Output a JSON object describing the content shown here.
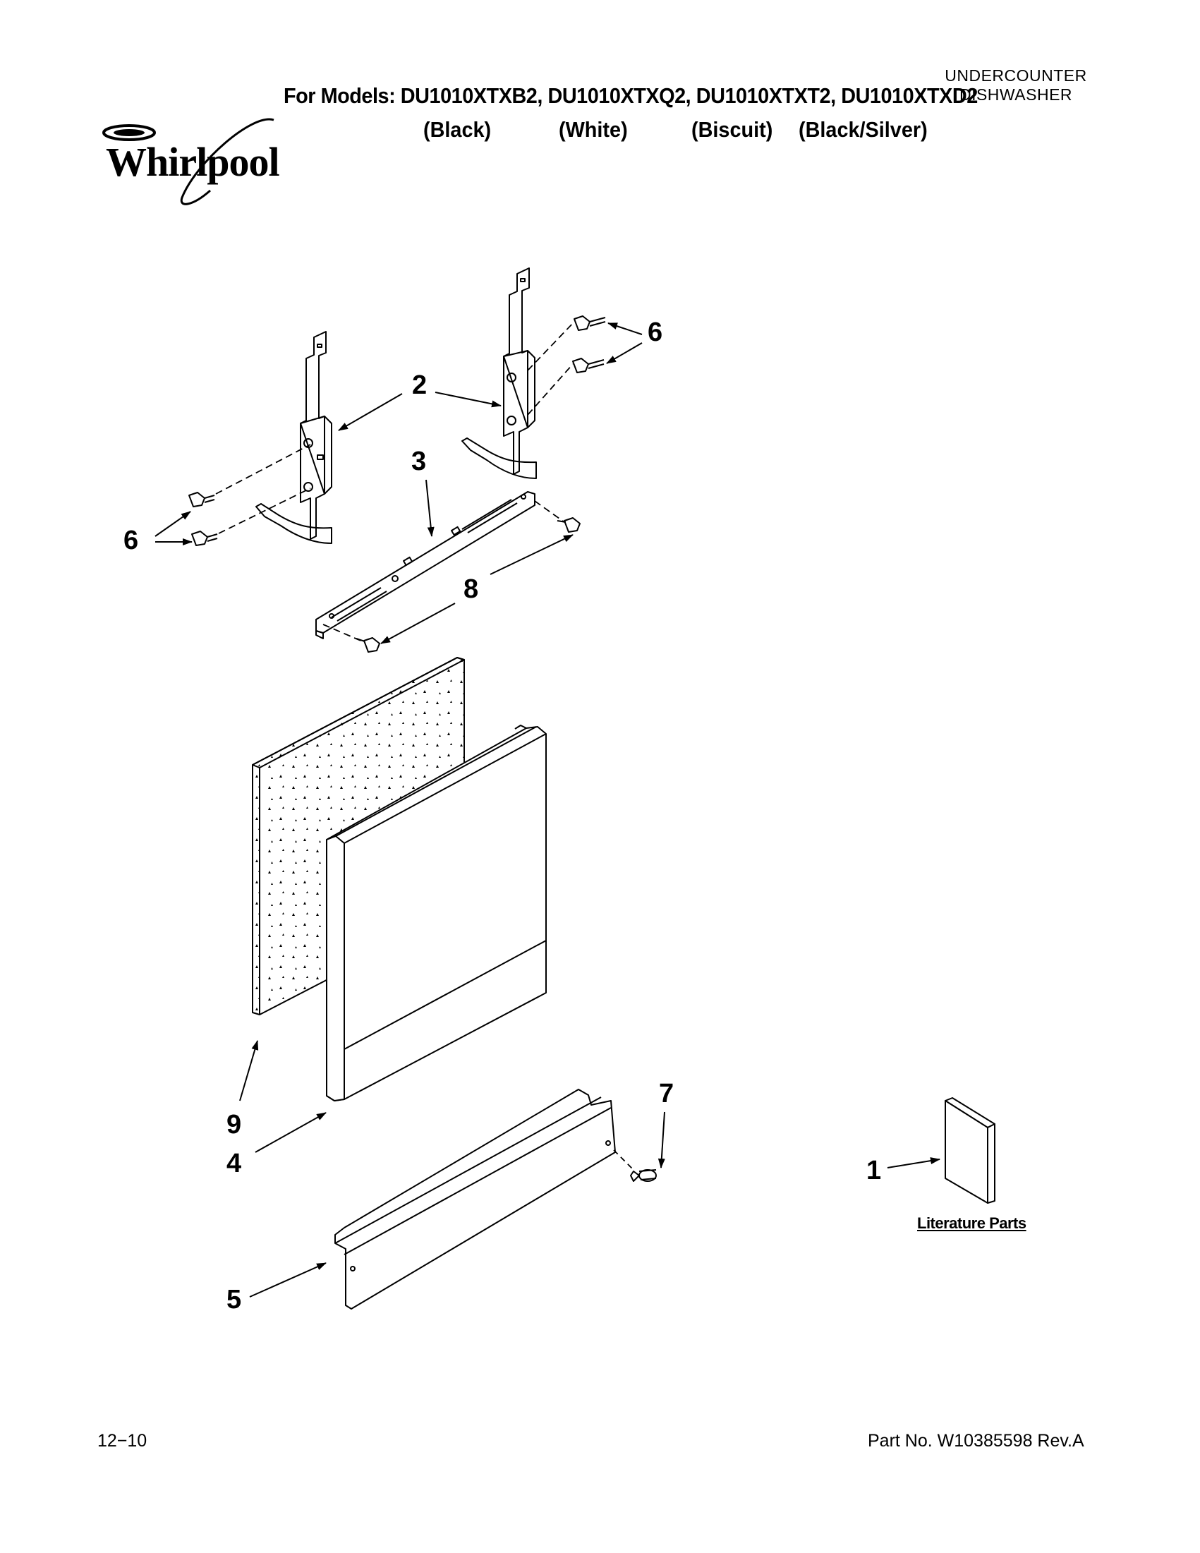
{
  "header": {
    "models_line": "For Models: DU1010XTXB2, DU1010XTXQ2, DU1010XTXT2, DU1010XTXD2",
    "colors": [
      "(Black)",
      "(White)",
      "(Biscuit)",
      "(Black/Silver)"
    ],
    "product_type_line1": "UNDERCOUNTER",
    "product_type_line2": "DISHWASHER",
    "brand": "Whirlpool"
  },
  "callouts": {
    "c1": "1",
    "c2": "2",
    "c3": "3",
    "c4": "4",
    "c5": "5",
    "c6a": "6",
    "c6b": "6",
    "c7": "7",
    "c8": "8",
    "c9": "9"
  },
  "literature_caption": "Literature Parts",
  "footer": {
    "date_code": "12−10",
    "part_number": "Part No. W10385598 Rev.A"
  }
}
